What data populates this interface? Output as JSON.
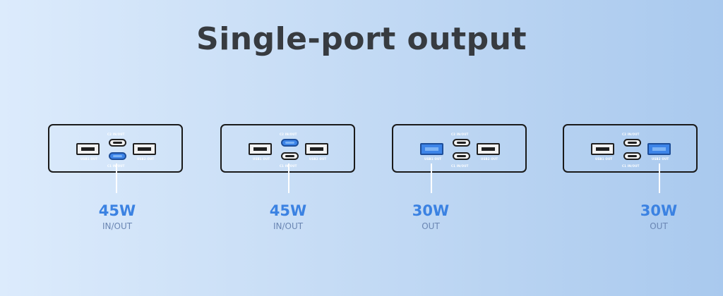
{
  "title": "Single-port output",
  "colors": {
    "accent": "#3b82e2",
    "active_port": "#3d84e8",
    "title_text": "#373b40",
    "sublabel": "#6a86b3"
  },
  "port_labels": {
    "usb1": "USB1 OUT",
    "usb2": "USB2 OUT",
    "c2": "C2 IN/OUT",
    "c1": "C1 IN/OUT"
  },
  "panels": [
    {
      "active_port": "c1",
      "watt": "45W",
      "mode": "IN/OUT"
    },
    {
      "active_port": "c2",
      "watt": "45W",
      "mode": "IN/OUT"
    },
    {
      "active_port": "usb1",
      "watt": "30W",
      "mode": "OUT"
    },
    {
      "active_port": "usb2",
      "watt": "30W",
      "mode": "OUT"
    }
  ]
}
